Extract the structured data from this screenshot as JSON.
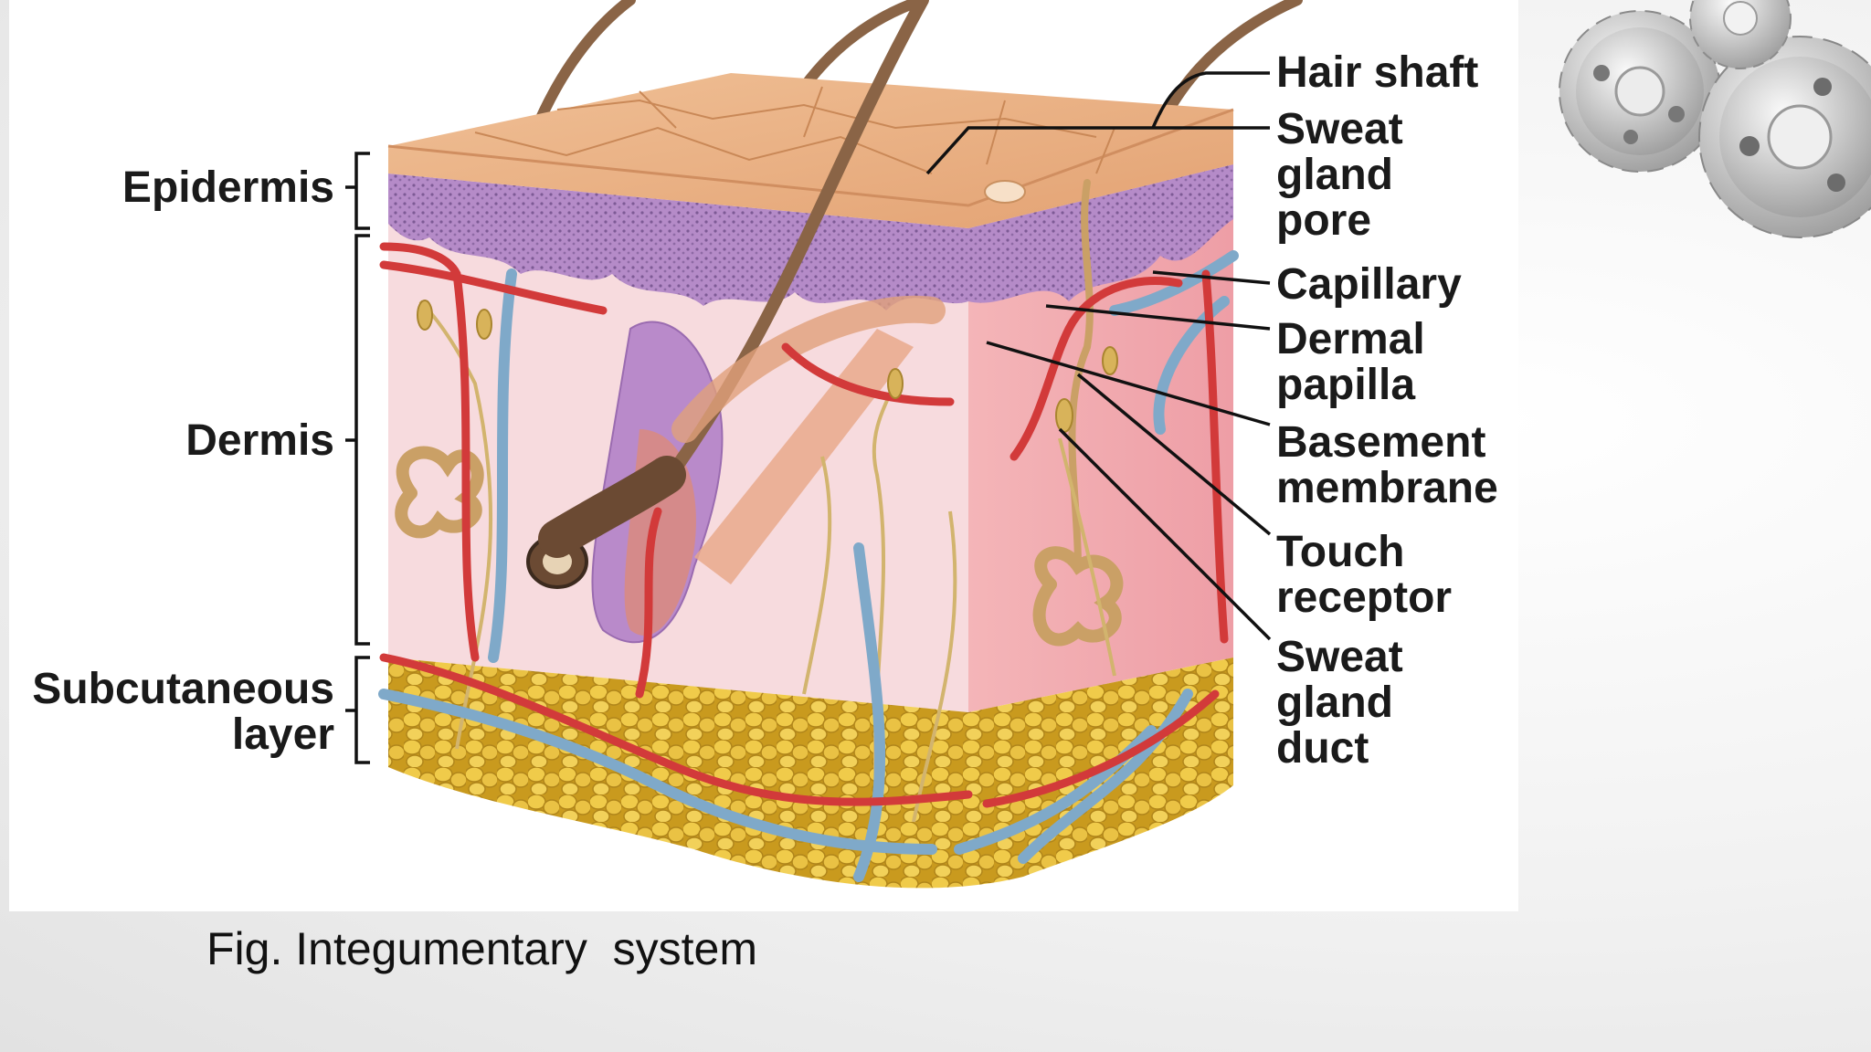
{
  "figure": {
    "caption": "Fig. Integumentary  system",
    "layers": {
      "epidermis": "Epidermis",
      "dermis": "Dermis",
      "subcutaneous_1": "Subcutaneous",
      "subcutaneous_2": "layer"
    },
    "structures": {
      "hair_shaft": "Hair shaft",
      "sweat_gland_pore_1": "Sweat",
      "sweat_gland_pore_2": "gland",
      "sweat_gland_pore_3": "pore",
      "capillary": "Capillary",
      "dermal_papilla_1": "Dermal",
      "dermal_papilla_2": "papilla",
      "basement_membrane_1": "Basement",
      "basement_membrane_2": "membrane",
      "touch_receptor_1": "Touch",
      "touch_receptor_2": "receptor",
      "sweat_gland_duct_1": "Sweat",
      "sweat_gland_duct_2": "gland",
      "sweat_gland_duct_3": "duct"
    },
    "colors": {
      "epidermis_surface": "#e8ae82",
      "stratum_basale": "#b48ac6",
      "dermis": "#f6d9dc",
      "subcutaneous_fat": "#e2b83a",
      "artery": "#d23a3a",
      "vein": "#7fa9c9",
      "nerve": "#cdb06a",
      "hair": "#8a6446"
    }
  }
}
